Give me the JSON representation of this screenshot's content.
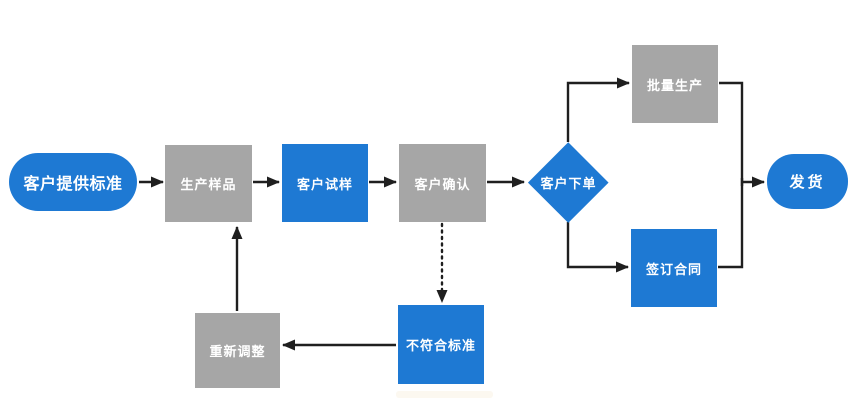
{
  "diagram": {
    "type": "flowchart",
    "colors": {
      "node_blue": "#1e79d3",
      "node_gray": "#a6a6a6",
      "arrow": "#1f1f1f",
      "node_text": "#ffffff",
      "background": "#ffffff"
    },
    "nodes": {
      "start": {
        "label": "客户提供标准",
        "shape": "stadium",
        "color": "blue"
      },
      "produce_sample": {
        "label": "生产样品",
        "shape": "rect",
        "color": "gray"
      },
      "customer_trial": {
        "label": "客户试样",
        "shape": "rect",
        "color": "blue"
      },
      "customer_confirm": {
        "label": "客户确认",
        "shape": "rect",
        "color": "gray"
      },
      "customer_order": {
        "label": "客户下单",
        "shape": "diamond",
        "color": "blue"
      },
      "mass_production": {
        "label": "批量生产",
        "shape": "rect",
        "color": "gray"
      },
      "sign_contract": {
        "label": "签订合同",
        "shape": "rect",
        "color": "blue"
      },
      "ship": {
        "label": "发货",
        "shape": "stadium",
        "color": "blue"
      },
      "readjust": {
        "label": "重新调整",
        "shape": "rect",
        "color": "gray"
      },
      "not_meet_standard": {
        "label": "不符合标准",
        "shape": "rect",
        "color": "blue"
      }
    },
    "edges": [
      {
        "from": "客户提供标准",
        "to": "生产样品",
        "style": "solid"
      },
      {
        "from": "生产样品",
        "to": "客户试样",
        "style": "solid"
      },
      {
        "from": "客户试样",
        "to": "客户确认",
        "style": "solid"
      },
      {
        "from": "客户确认",
        "to": "客户下单",
        "style": "solid"
      },
      {
        "from": "客户下单",
        "to": "批量生产",
        "style": "solid"
      },
      {
        "from": "客户下单",
        "to": "签订合同",
        "style": "solid"
      },
      {
        "from": "批量生产",
        "to": "发货",
        "style": "solid"
      },
      {
        "from": "签订合同",
        "to": "发货",
        "style": "solid"
      },
      {
        "from": "客户确认",
        "to": "不符合标准",
        "style": "dotted"
      },
      {
        "from": "不符合标准",
        "to": "重新调整",
        "style": "solid"
      },
      {
        "from": "重新调整",
        "to": "生产样品",
        "style": "solid"
      }
    ]
  }
}
